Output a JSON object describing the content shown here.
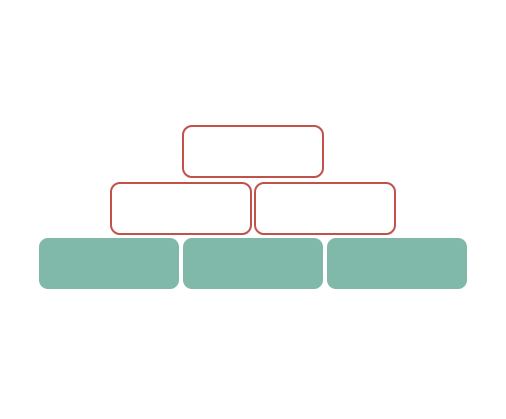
{
  "diagram": {
    "colors": {
      "outline_block_stroke": "#c0524a",
      "outline_block_fill": "#ffffff",
      "solid_block_fill": "#80b8a9",
      "background": "#ffffff"
    },
    "rows": [
      {
        "style": "outline",
        "blocks": [
          {
            "label": ""
          }
        ]
      },
      {
        "style": "outline",
        "blocks": [
          {
            "label": ""
          },
          {
            "label": ""
          }
        ]
      },
      {
        "style": "solid",
        "blocks": [
          {
            "label": ""
          },
          {
            "label": ""
          },
          {
            "label": ""
          }
        ]
      }
    ]
  }
}
